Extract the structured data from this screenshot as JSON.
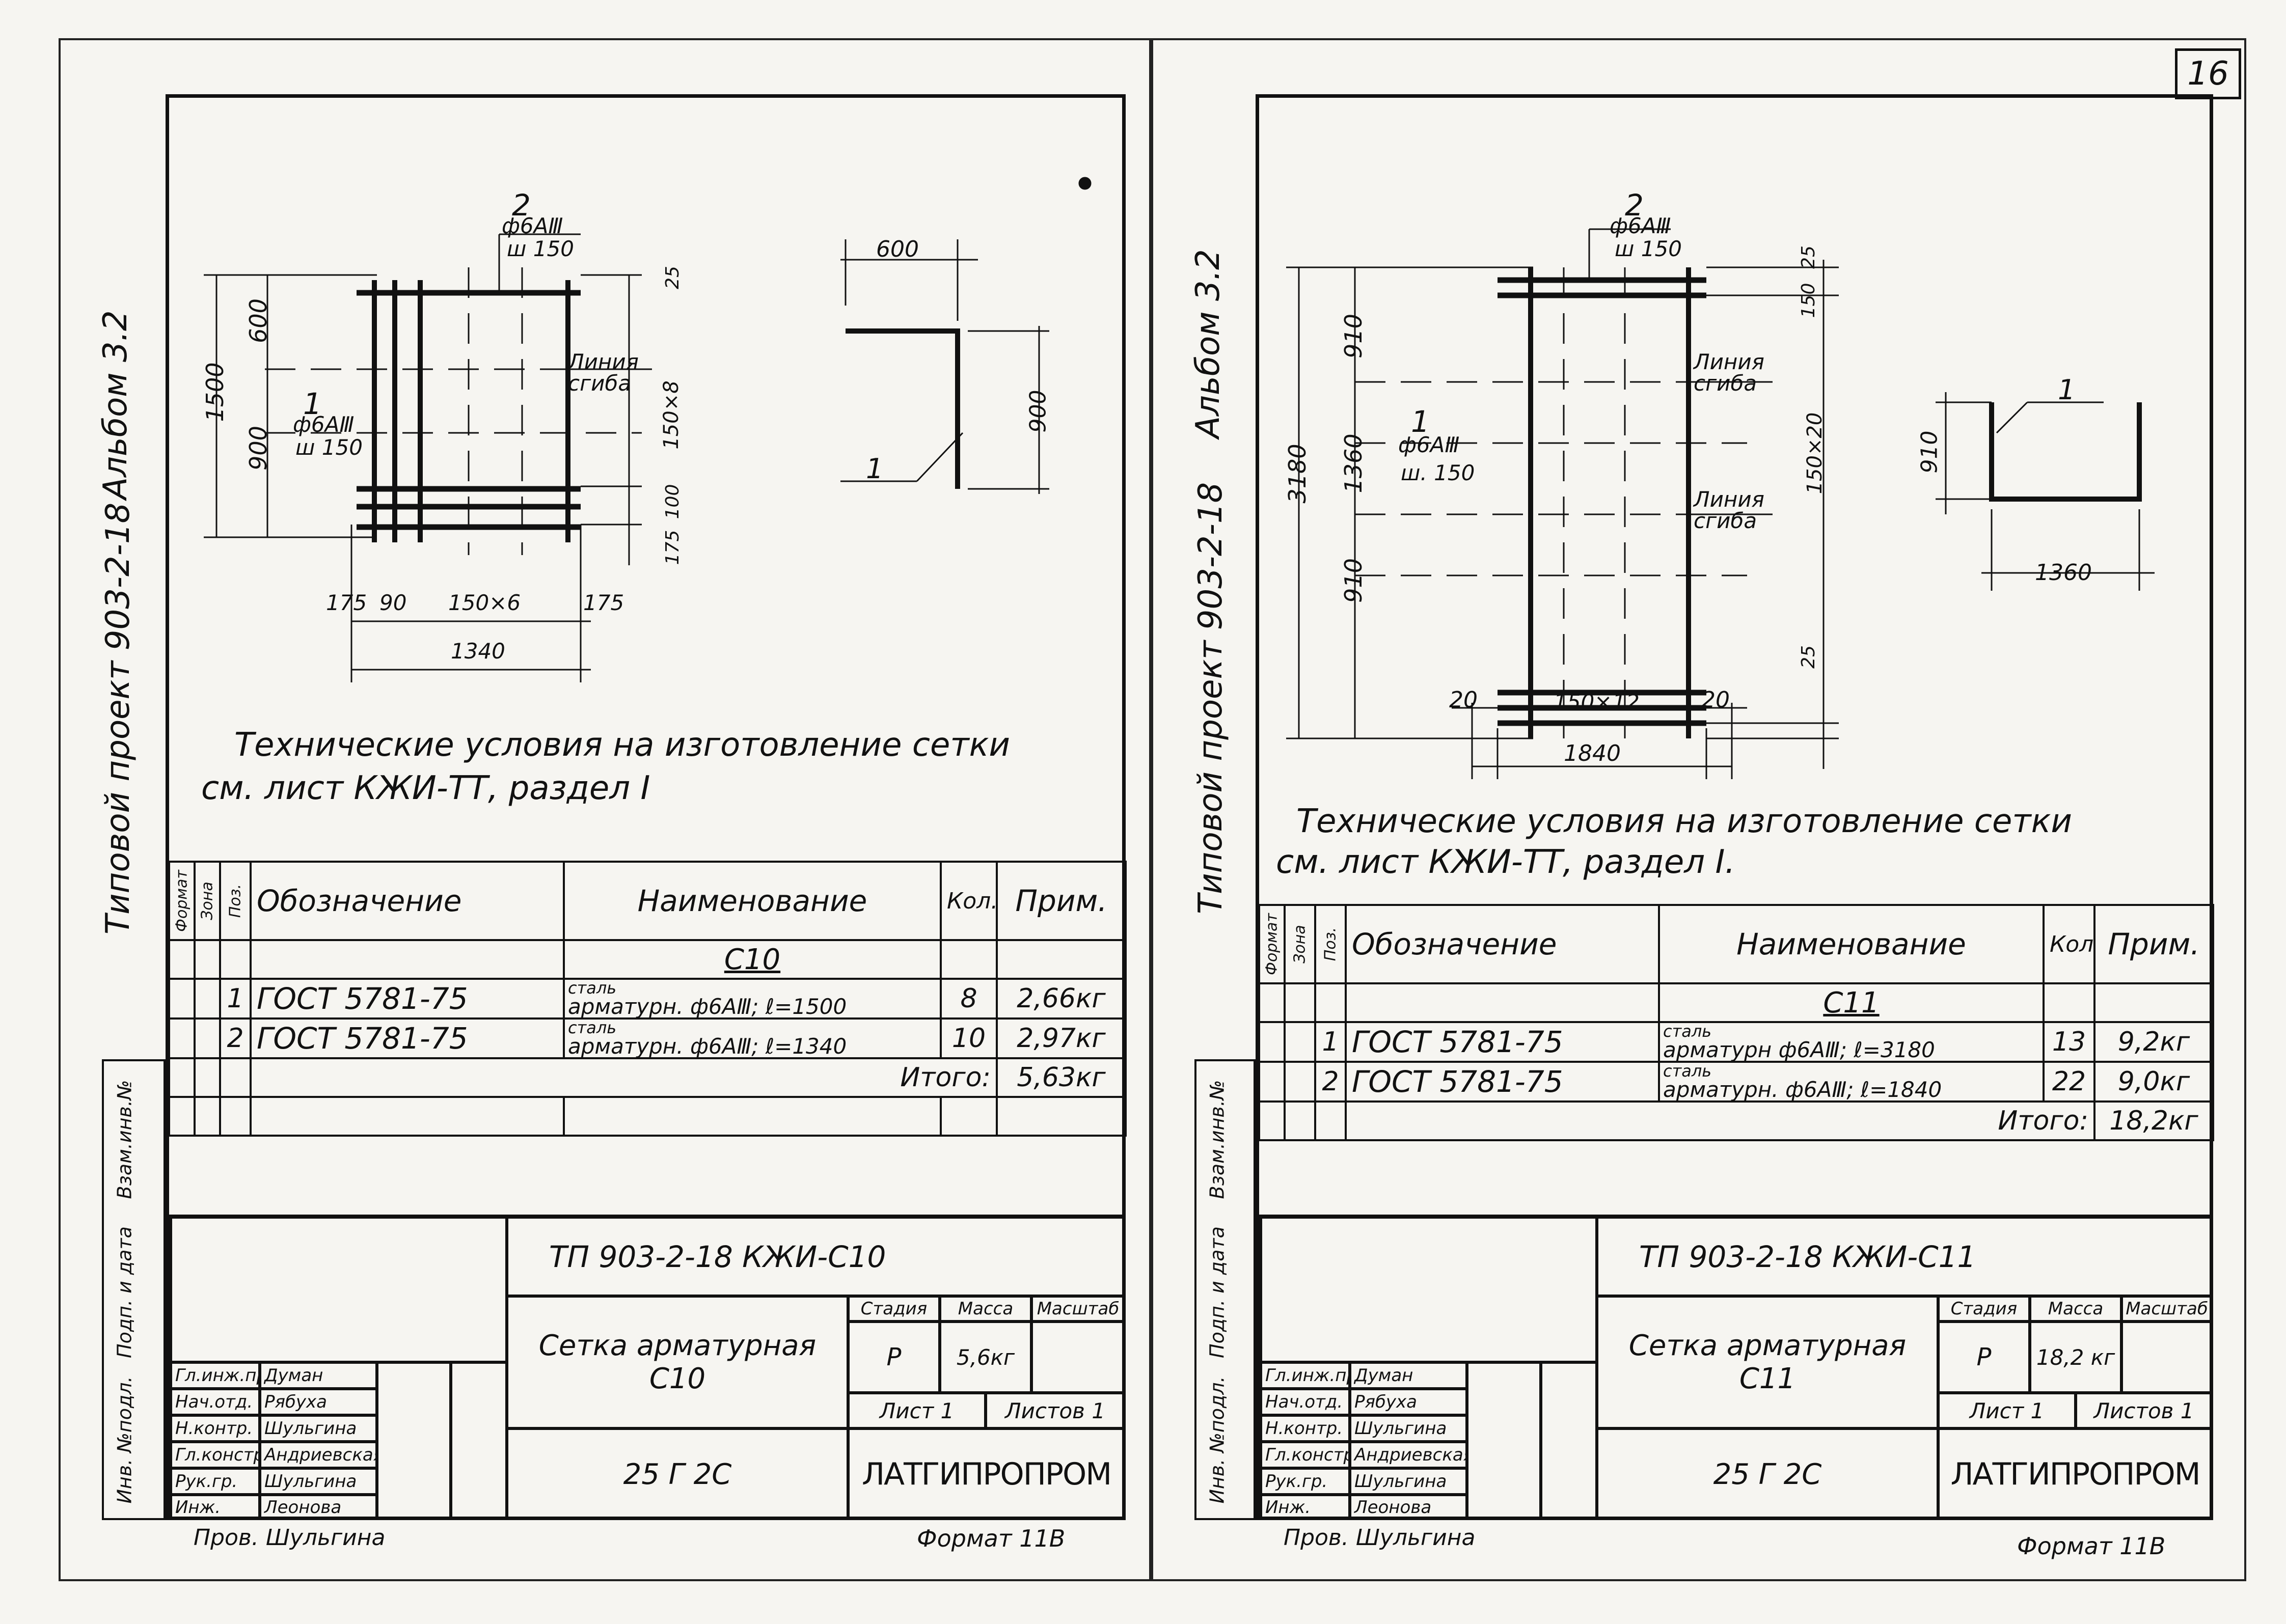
{
  "page_number": "16",
  "sheets": [
    {
      "album_label": "Альбом 3.2",
      "project_label": "Типовой проект 903-2-18",
      "side_labels": [
        "Инв. №подл.",
        "Подп. и дата",
        "Взам.инв.№"
      ],
      "drawing": {
        "bar_top": {
          "pos": "2",
          "dia": "ф6АⅢ",
          "step": "ш 150"
        },
        "bar_left": {
          "pos": "1",
          "dia": "ф6АⅢ",
          "step": "ш 150"
        },
        "dim_total_h": "1500",
        "dim_top": "600",
        "dim_bottom": "900",
        "dim_right_top": "25",
        "dim_right_mid": "150×8",
        "dim_right_low": "100",
        "dim_right_bot": "175",
        "dim_b1": "175",
        "dim_b2": "90",
        "dim_b3": "150×6",
        "dim_b4": "175",
        "dim_width": "1340",
        "fold_label": "Линия сгиба",
        "profile_top": "600",
        "profile_side": "900",
        "profile_pos": "1"
      },
      "note_line1": "Технические условия на изготовление сетки",
      "note_line2": "см. лист КЖИ-ТТ, раздел Ⅰ",
      "spec": {
        "headers": {
          "format": "Формат",
          "zone": "Зона",
          "pos": "Поз.",
          "designation": "Обозначение",
          "name": "Наименование",
          "qty": "Кол.",
          "note": "Прим."
        },
        "group": "С10",
        "rows": [
          {
            "pos": "1",
            "designation": "ГОСТ 5781-75",
            "name_1": "сталь",
            "name_2": "арматурн. ф6АⅢ; ℓ=1500",
            "qty": "8",
            "note": "2,66кг"
          },
          {
            "pos": "2",
            "designation": "ГОСТ 5781-75",
            "name_1": "сталь",
            "name_2": "арматурн. ф6АⅢ; ℓ=1340",
            "qty": "10",
            "note": "2,97кг"
          }
        ],
        "total_label": "Итого:",
        "total_value": "5,63кг"
      },
      "title_block": {
        "code": "ТП 903-2-18 КЖИ-С10",
        "title_1": "Сетка арматурная",
        "title_2": "С10",
        "stage_label": "Стадия",
        "mass_label": "Масса",
        "scale_label": "Масштаб",
        "stage": "Р",
        "mass": "5,6кг",
        "sheet": "Лист 1",
        "sheets": "Листов 1",
        "mark": "25 Г 2С",
        "org": "ЛАТГИПРОПРОМ",
        "roles": [
          {
            "role": "Гл.инж.пр.",
            "name": "Думан"
          },
          {
            "role": "Нач.отд.",
            "name": "Рябуха"
          },
          {
            "role": "Н.контр.",
            "name": "Шульгина"
          },
          {
            "role": "Гл.констр.",
            "name": "Андриевская"
          },
          {
            "role": "Рук.гр.",
            "name": "Шульгина"
          },
          {
            "role": "Инж.",
            "name": "Леонова"
          }
        ],
        "checked": "Пров. Шульгина",
        "format": "Формат 11В"
      }
    },
    {
      "album_label": "Альбом 3.2",
      "project_label": "Типовой проект 903-2-18",
      "side_labels": [
        "Инв. №подл.",
        "Подп. и дата",
        "Взам.инв.№"
      ],
      "drawing": {
        "bar_top": {
          "pos": "2",
          "dia": "ф6АⅢ",
          "step": "ш 150"
        },
        "bar_left": {
          "pos": "1",
          "dia": "ф6АⅢ",
          "step": "ш. 150"
        },
        "dim_total_h": "3180",
        "dim_top": "910",
        "dim_mid": "1360",
        "dim_bottom": "910",
        "dim_right_top": "25",
        "dim_right_top2": "150",
        "dim_right_mid": "150×20",
        "dim_right_bot": "25",
        "dim_b1": "20",
        "dim_b2": "150×12",
        "dim_b3": "20",
        "dim_width": "1840",
        "fold_label": "Линия сгиба",
        "profile_side": "910",
        "profile_bottom": "1360",
        "profile_pos": "1"
      },
      "note_line1": "Технические условия на изготовление сетки",
      "note_line2": "см. лист КЖИ-ТТ, раздел Ⅰ.",
      "spec": {
        "headers": {
          "format": "Формат",
          "zone": "Зона",
          "pos": "Поз.",
          "designation": "Обозначение",
          "name": "Наименование",
          "qty": "Кол.",
          "note": "Прим."
        },
        "group": "С11",
        "rows": [
          {
            "pos": "1",
            "designation": "ГОСТ 5781-75",
            "name_1": "сталь",
            "name_2": "арматурн ф6АⅢ; ℓ=3180",
            "qty": "13",
            "note": "9,2кг"
          },
          {
            "pos": "2",
            "designation": "ГОСТ 5781-75",
            "name_1": "сталь",
            "name_2": "арматурн. ф6АⅢ; ℓ=1840",
            "qty": "22",
            "note": "9,0кг"
          }
        ],
        "total_label": "Итого:",
        "total_value": "18,2кг"
      },
      "title_block": {
        "code": "ТП 903-2-18 КЖИ-С11",
        "title_1": "Сетка арматурная",
        "title_2": "С11",
        "stage_label": "Стадия",
        "mass_label": "Масса",
        "scale_label": "Масштаб",
        "stage": "Р",
        "mass": "18,2 кг",
        "sheet": "Лист 1",
        "sheets": "Листов 1",
        "mark": "25 Г 2С",
        "org": "ЛАТГИПРОПРОМ",
        "roles": [
          {
            "role": "Гл.инж.пр.",
            "name": "Думан"
          },
          {
            "role": "Нач.отд.",
            "name": "Рябуха"
          },
          {
            "role": "Н.контр.",
            "name": "Шульгина"
          },
          {
            "role": "Гл.констр.",
            "name": "Андриевская"
          },
          {
            "role": "Рук.гр.",
            "name": "Шульгина"
          },
          {
            "role": "Инж.",
            "name": "Леонова"
          }
        ],
        "checked": "Пров. Шульгина",
        "format": "Формат 11В"
      }
    }
  ]
}
